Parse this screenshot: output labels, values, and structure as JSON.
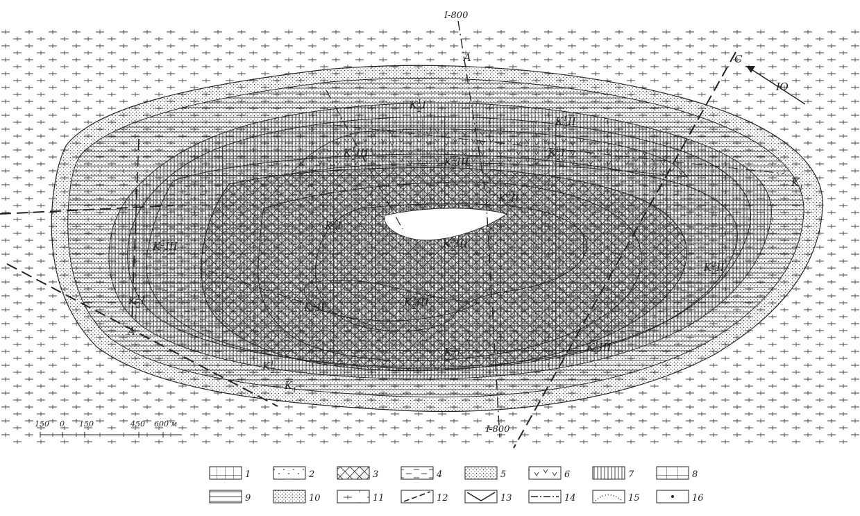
{
  "map": {
    "section_line_label": "I-800",
    "section_line_label_bottom": "I-800",
    "section_A_top": "A",
    "section_A_bottom": "A",
    "north_arrow": {
      "top": "С",
      "bottom": "Ю"
    },
    "units": [
      {
        "id": "k1-top-right",
        "base": "K",
        "sup": "",
        "sub": "1",
        "roman": ""
      },
      {
        "id": "k1-bottom",
        "base": "K",
        "sup": "",
        "sub": "1",
        "roman": ""
      },
      {
        "id": "k1-bottom-left",
        "base": "K",
        "sup": "1",
        "sub": "2",
        "roman": ""
      },
      {
        "id": "k21-i-top",
        "base": "K",
        "sup": "1",
        "sub": "2",
        "roman": "I"
      },
      {
        "id": "k21-ii-top",
        "base": "K",
        "sup": "1",
        "sub": "2",
        "roman": "II"
      },
      {
        "id": "k21-iii-top",
        "base": "K",
        "sup": "1",
        "sub": "2",
        "roman": "III"
      },
      {
        "id": "k22-i-top",
        "base": "K",
        "sup": "2",
        "sub": "2",
        "roman": "I"
      },
      {
        "id": "k22-iii-top",
        "base": "K",
        "sup": "2",
        "sub": "2",
        "roman": "III"
      },
      {
        "id": "k23-ii-top",
        "base": "K",
        "sup": "3",
        "sub": "2",
        "roman": "II"
      },
      {
        "id": "k23-i-mid",
        "base": "K",
        "sup": "3",
        "sub": "2",
        "roman": "I"
      },
      {
        "id": "k23-iii-center",
        "base": "K",
        "sup": "3",
        "sub": "2",
        "roman": "III"
      },
      {
        "id": "k22-iii-left",
        "base": "K",
        "sup": "2",
        "sub": "2",
        "roman": "III"
      },
      {
        "id": "k23-ii-left",
        "base": "K",
        "sup": "3",
        "sub": "2",
        "roman": "II"
      },
      {
        "id": "k23-iii-low",
        "base": "K",
        "sup": "3",
        "sub": "2",
        "roman": "III"
      },
      {
        "id": "k21-i-left",
        "base": "K",
        "sup": "1",
        "sub": "2",
        "roman": "I"
      },
      {
        "id": "k23-i-low",
        "base": "K",
        "sup": "3",
        "sub": "2",
        "roman": "I"
      },
      {
        "id": "k21-iii-low",
        "base": "K",
        "sup": "1",
        "sub": "2",
        "roman": "III"
      },
      {
        "id": "k22-ii-right",
        "base": "K",
        "sup": "2",
        "sub": "2",
        "roman": "II"
      }
    ]
  },
  "scale": {
    "ticks": [
      "150",
      "0",
      "150",
      "450",
      "600"
    ],
    "unit": "м"
  },
  "legend": {
    "items": [
      {
        "num": "1",
        "pattern": "grid"
      },
      {
        "num": "2",
        "pattern": "dots"
      },
      {
        "num": "3",
        "pattern": "crosshatch"
      },
      {
        "num": "4",
        "pattern": "dashes"
      },
      {
        "num": "5",
        "pattern": "dense-dots"
      },
      {
        "num": "6",
        "pattern": "checks"
      },
      {
        "num": "7",
        "pattern": "vertical"
      },
      {
        "num": "8",
        "pattern": "grid-coarse"
      },
      {
        "num": "9",
        "pattern": "horizontal"
      },
      {
        "num": "10",
        "pattern": "stipple"
      },
      {
        "num": "11",
        "pattern": "plus-dash"
      },
      {
        "num": "12",
        "pattern": "dash-line"
      },
      {
        "num": "13",
        "pattern": "v-line"
      },
      {
        "num": "14",
        "pattern": "dash-dot"
      },
      {
        "num": "15",
        "pattern": "dotted-arc"
      },
      {
        "num": "16",
        "pattern": "point"
      }
    ]
  }
}
